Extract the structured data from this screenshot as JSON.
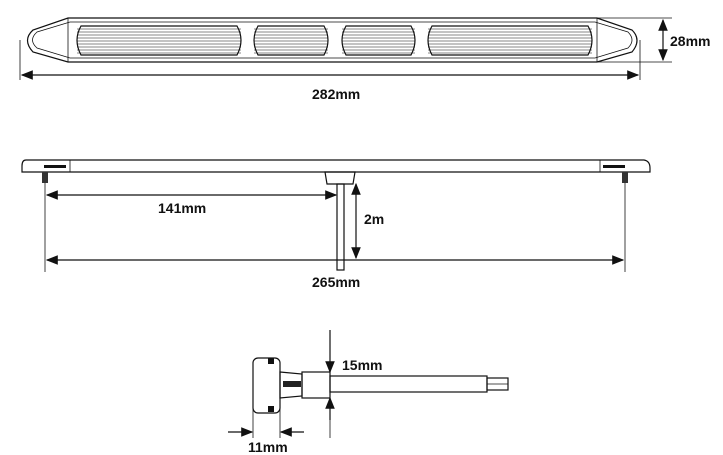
{
  "top_view": {
    "length_label": "282mm",
    "height_label": "28mm",
    "lens_count": 4
  },
  "side_view": {
    "mount_offset_label": "141mm",
    "cable_length_label": "2m",
    "mount_spacing_label": "265mm"
  },
  "end_view": {
    "depth_label": "15mm",
    "cap_width_label": "11mm"
  }
}
